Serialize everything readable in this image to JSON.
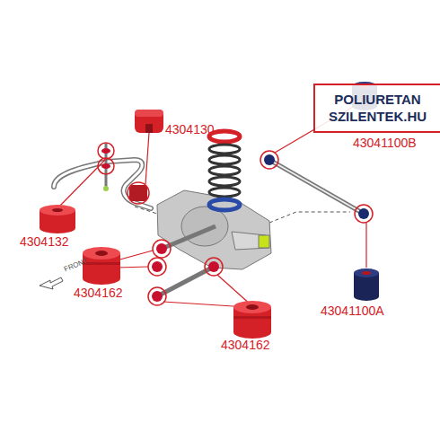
{
  "diagram": {
    "nodes": [
      {
        "text": [
          "POLIURETAN SZILENTEK.HU"
        ]
      }
    ],
    "labels": [
      "43041100B",
      "4304130",
      "4304132",
      "FRONT",
      "4304162",
      "43041100A",
      "4304162"
    ]
  }
}
